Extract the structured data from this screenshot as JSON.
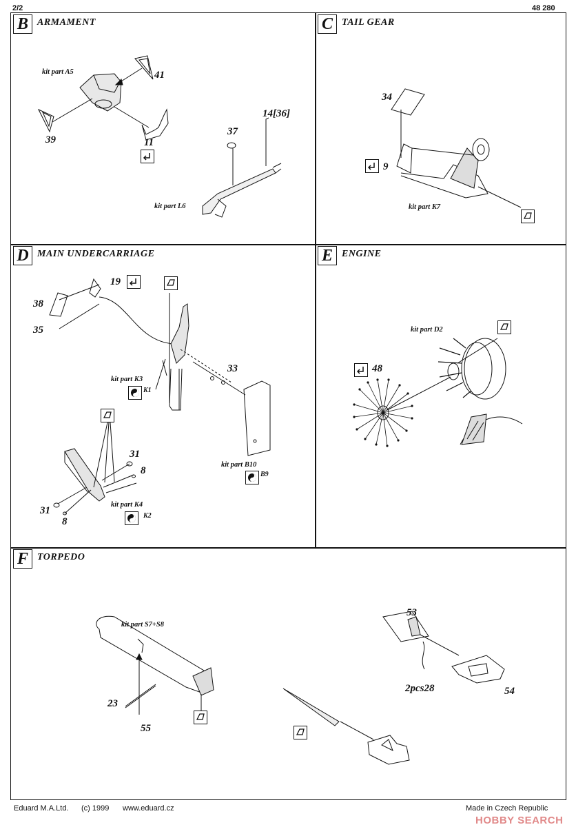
{
  "header": {
    "page": "2/2",
    "code": "48 280"
  },
  "sections": {
    "B": {
      "letter": "B",
      "title": "ARMAMENT",
      "kit_a5": "kit part A5",
      "kit_l6": "kit part L6",
      "n41": "41",
      "n39": "39",
      "n11": "11",
      "n37": "37",
      "n14": "14[36]"
    },
    "C": {
      "letter": "C",
      "title": "TAIL GEAR",
      "n34": "34",
      "n9": "9",
      "kit_k7": "kit part K7"
    },
    "D": {
      "letter": "D",
      "title": "MAIN UNDERCARRIAGE",
      "n38": "38",
      "n35": "35",
      "n19": "19",
      "n33": "33",
      "kit_k3": "kit part K3",
      "k1": "K1",
      "kit_b10": "kit part B10",
      "b9": "B9",
      "n31a": "31",
      "n8a": "8",
      "n31b": "31",
      "n8b": "8",
      "kit_k4": "kit part K4",
      "k2": "K2"
    },
    "E": {
      "letter": "E",
      "title": "ENGINE",
      "kit_d2": "kit part D2",
      "n48": "48"
    },
    "F": {
      "letter": "F",
      "title": "TORPEDO",
      "kit_s7s8": "kit part S7+S8",
      "n23": "23",
      "n55": "55",
      "n53": "53",
      "n28": "2pcs28",
      "n54": "54"
    }
  },
  "footer": {
    "company": "Eduard M.A.Ltd.",
    "copyright": "(c) 1999",
    "web": "www.eduard.cz",
    "made": "Made in Czech Republic",
    "watermark": "HOBBY SEARCH"
  }
}
